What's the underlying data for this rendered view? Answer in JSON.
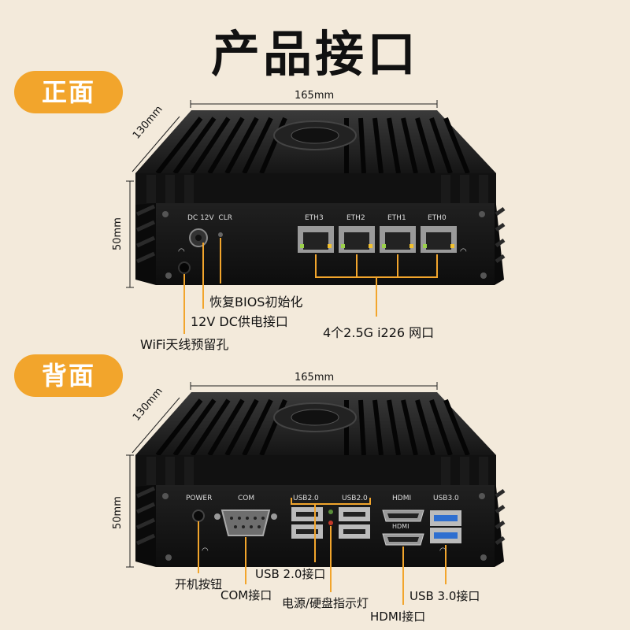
{
  "title": "产品接口",
  "front": {
    "badge": "正面",
    "width_label": "165mm",
    "depth_label": "130mm",
    "height_label": "50mm",
    "panel_text": "DC 12V  CLR",
    "eth_ports": [
      "ETH3",
      "ETH2",
      "ETH1",
      "ETH0"
    ],
    "callouts": {
      "clr": "恢复BIOS初始化",
      "dc": "12V DC供电接口",
      "wifi": "WiFi天线预留孔",
      "lan": "4个2.5G i226 网口"
    }
  },
  "back": {
    "badge": "背面",
    "width_label": "165mm",
    "depth_label": "130mm",
    "height_label": "50mm",
    "panel": {
      "power": "POWER",
      "com": "COM",
      "usb2_a": "USB2.0",
      "usb2_b": "USB2.0",
      "hdmi_a": "HDMI",
      "hdmi_b": "HDMI",
      "usb3": "USB3.0"
    },
    "callouts": {
      "power": "开机按钮",
      "com": "COM接口",
      "usb2": "USB 2.0接口",
      "led": "电源/硬盘指示灯",
      "hdmi": "HDMI接口",
      "usb3": "USB 3.0接口"
    }
  },
  "colors": {
    "badge": "#f2a52c",
    "background": "#f3eadb",
    "callout_line": "#f2a52c",
    "case": "#1c1c1c"
  }
}
